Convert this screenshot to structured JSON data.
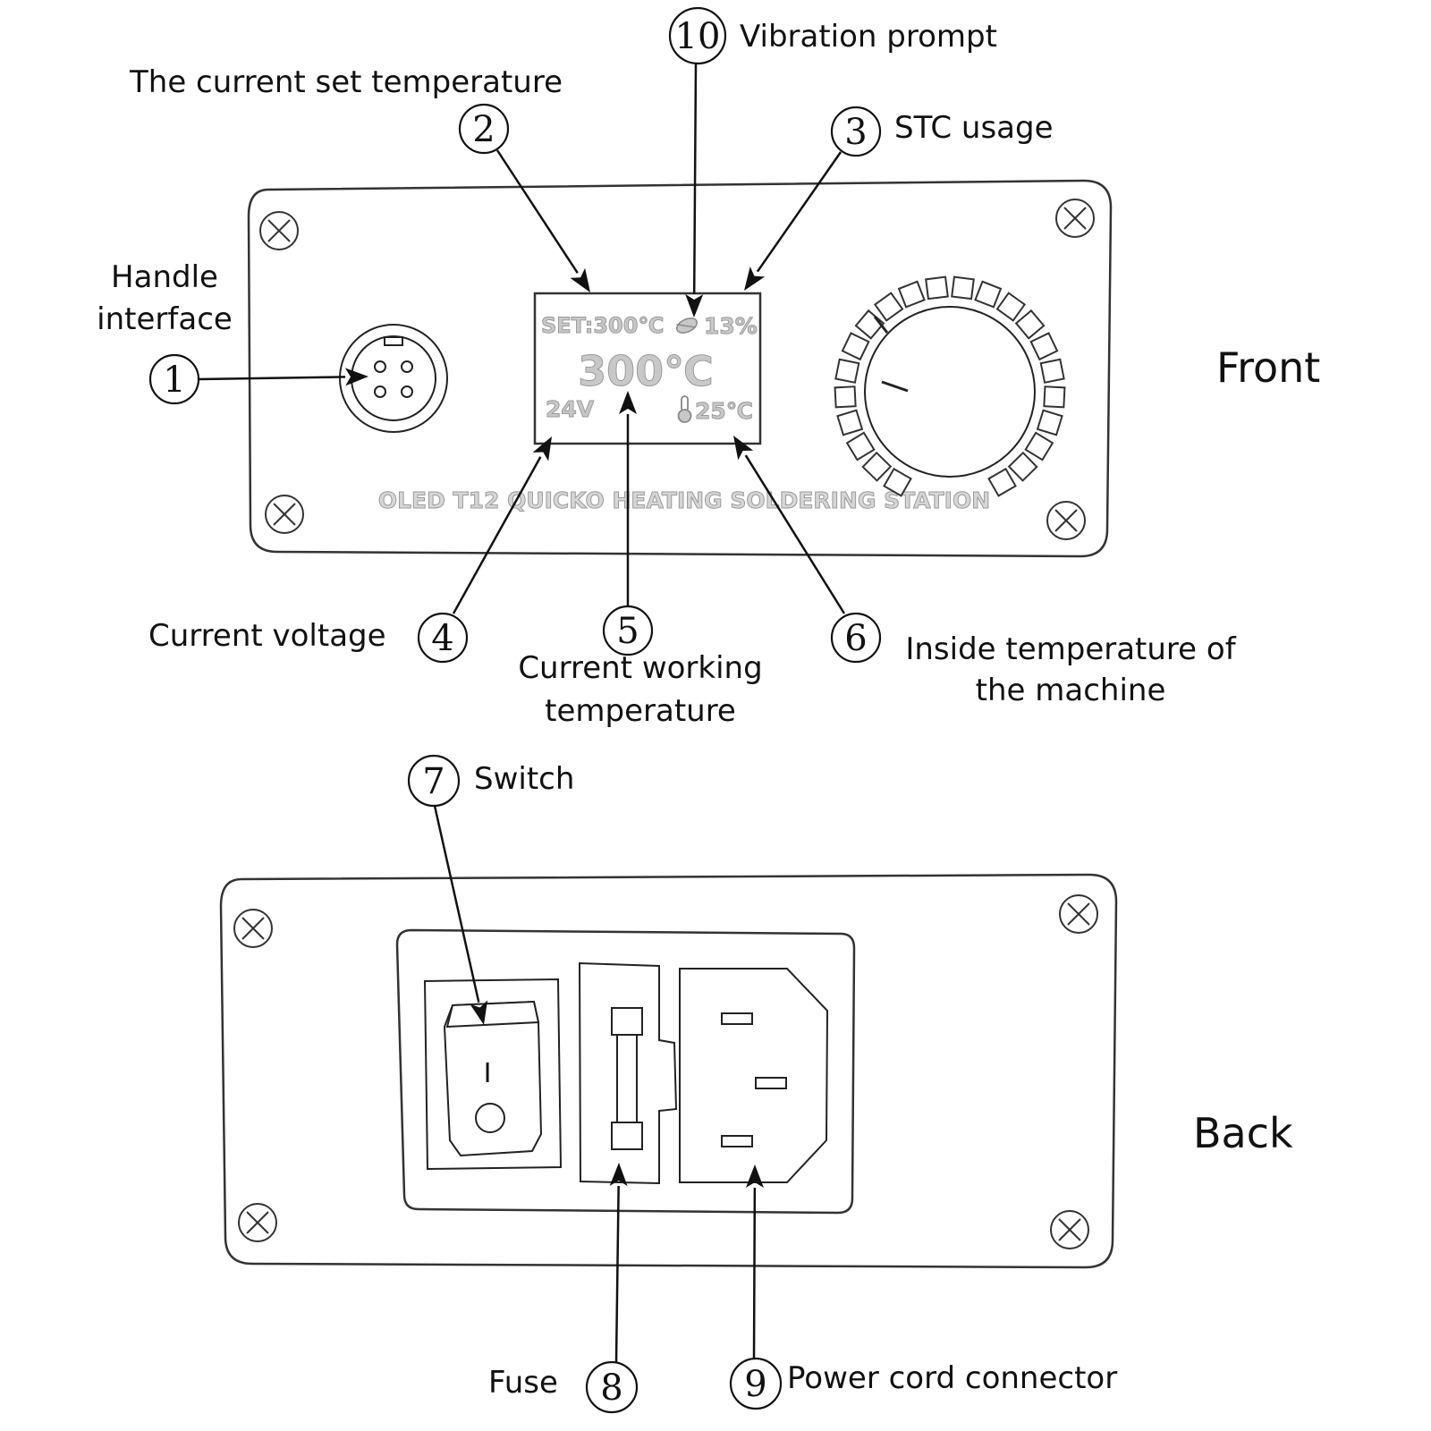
{
  "labels": {
    "side_front": "Front",
    "side_back": "Back",
    "callouts": [
      {
        "num": "1",
        "lines": [
          "Handle",
          "interface"
        ]
      },
      {
        "num": "2",
        "lines": [
          "The current set temperature"
        ]
      },
      {
        "num": "3",
        "lines": [
          "STC usage"
        ]
      },
      {
        "num": "4",
        "lines": [
          "Current voltage"
        ]
      },
      {
        "num": "5",
        "lines": [
          "Current working",
          "temperature"
        ]
      },
      {
        "num": "6",
        "lines": [
          "Inside temperature of",
          "the machine"
        ]
      },
      {
        "num": "7",
        "lines": [
          "Switch"
        ]
      },
      {
        "num": "8",
        "lines": [
          "Fuse"
        ]
      },
      {
        "num": "9",
        "lines": [
          "Power cord connector"
        ]
      },
      {
        "num": "10",
        "lines": [
          "Vibration prompt"
        ]
      }
    ]
  },
  "display": {
    "set_temp": "SET:300℃",
    "stc_usage": "13%",
    "working_temp": "300℃",
    "voltage": "24V",
    "inside_temp": "25℃"
  },
  "front_panel": {
    "engraving": "OLED T12 QUICKO HEATING SOLDERING STATION"
  },
  "back_panel": {
    "switch_on_symbol": "I",
    "switch_off_symbol": "O"
  },
  "icons": {
    "vibration": "vibration-icon",
    "thermometer": "thermometer-icon",
    "screw": "screw-icon",
    "knob": "knob-icon",
    "connector": "connector-icon"
  }
}
